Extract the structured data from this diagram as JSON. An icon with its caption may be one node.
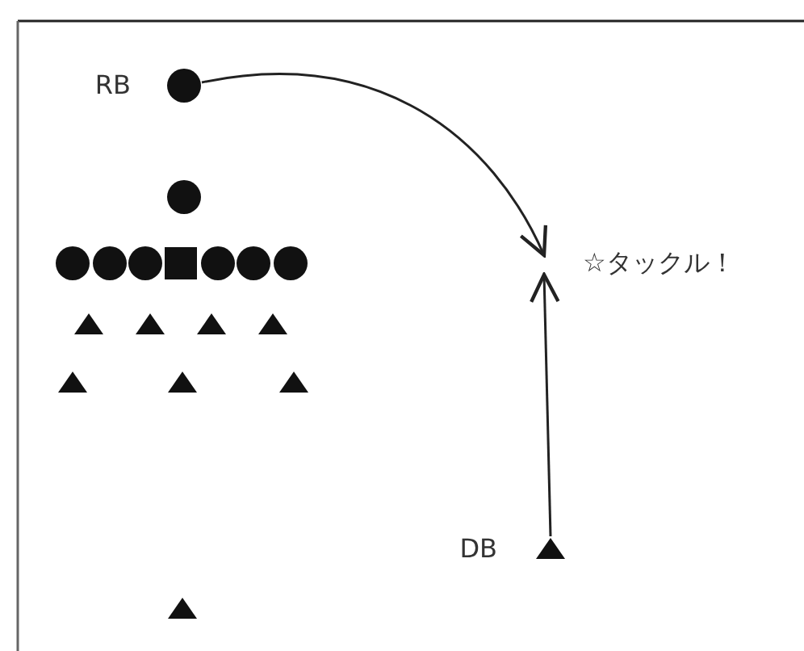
{
  "diagram": {
    "nodes": [
      {
        "text": [],
        "shape": "circle",
        "beside": [
          "RB"
        ]
      },
      {
        "text": [],
        "shape": "circle"
      },
      {
        "text": [],
        "shape": "circle"
      },
      {
        "text": [],
        "shape": "circle"
      },
      {
        "text": [],
        "shape": "circle"
      },
      {
        "text": [],
        "shape": "box"
      },
      {
        "text": [],
        "shape": "circle"
      },
      {
        "text": [],
        "shape": "circle"
      },
      {
        "text": [],
        "shape": "circle"
      },
      {
        "text": [
          "☆タックル！"
        ]
      },
      {
        "text": [],
        "shape": "triangle"
      },
      {
        "text": [],
        "shape": "triangle"
      },
      {
        "text": [],
        "shape": "triangle"
      },
      {
        "text": [],
        "shape": "triangle"
      },
      {
        "text": [],
        "shape": "triangle"
      },
      {
        "text": [],
        "shape": "triangle"
      },
      {
        "text": [],
        "shape": "triangle"
      },
      {
        "text": [],
        "shape": "triangle",
        "beside": [
          "DB"
        ]
      },
      {
        "text": [],
        "shape": "triangle"
      }
    ],
    "edges": [
      {
        "from": 0,
        "to": 9,
        "arrow": "to"
      },
      {
        "from": 17,
        "to": 9,
        "arrow": "to"
      }
    ]
  }
}
